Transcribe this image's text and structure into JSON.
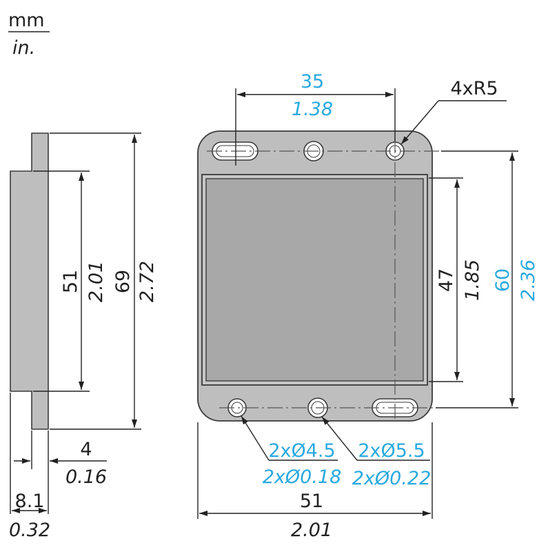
{
  "units": {
    "primary": "mm",
    "secondary": "in."
  },
  "colors": {
    "body": "#bebebe",
    "face": "#a8a8a8",
    "outline": "#3a3a3a",
    "metric": "#2aa9de",
    "text": "#222222"
  },
  "front_view": {
    "hole_spacing": {
      "mm": "35",
      "in": "1.38"
    },
    "corner_radius": {
      "label": "4xR5"
    },
    "window_height": {
      "mm": "47",
      "in": "1.85"
    },
    "hole_pitch_vertical": {
      "mm": "60",
      "in": "2.36"
    },
    "small_holes": {
      "mm": "2xØ4.5",
      "in": "2xØ0.18"
    },
    "large_holes": {
      "mm": "2xØ5.5",
      "in": "2xØ0.22"
    },
    "total_width": {
      "mm": "51",
      "in": "2.01"
    }
  },
  "side_view": {
    "inner_height": {
      "mm": "51",
      "in": "2.01"
    },
    "total_height": {
      "mm": "69",
      "in": "2.72"
    },
    "flange_thickness": {
      "mm": "4",
      "in": "0.16"
    },
    "total_depth": {
      "mm": "8.1",
      "in": "0.32"
    }
  }
}
